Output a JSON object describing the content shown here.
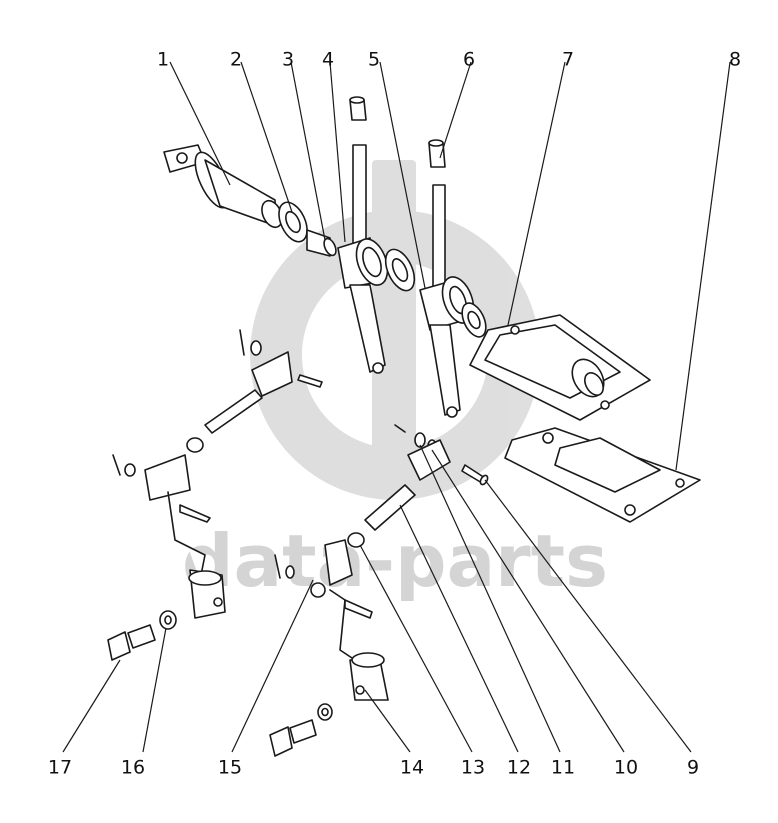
{
  "watermark": {
    "text": "data-parts",
    "color": "#d4d4d4"
  },
  "callouts": [
    "1",
    "2",
    "3",
    "4",
    "5",
    "6",
    "7",
    "8",
    "9",
    "10",
    "11",
    "12",
    "13",
    "14",
    "15",
    "16",
    "17"
  ],
  "colors": {
    "line": "#1a1a1a",
    "fill": "#ffffff"
  }
}
